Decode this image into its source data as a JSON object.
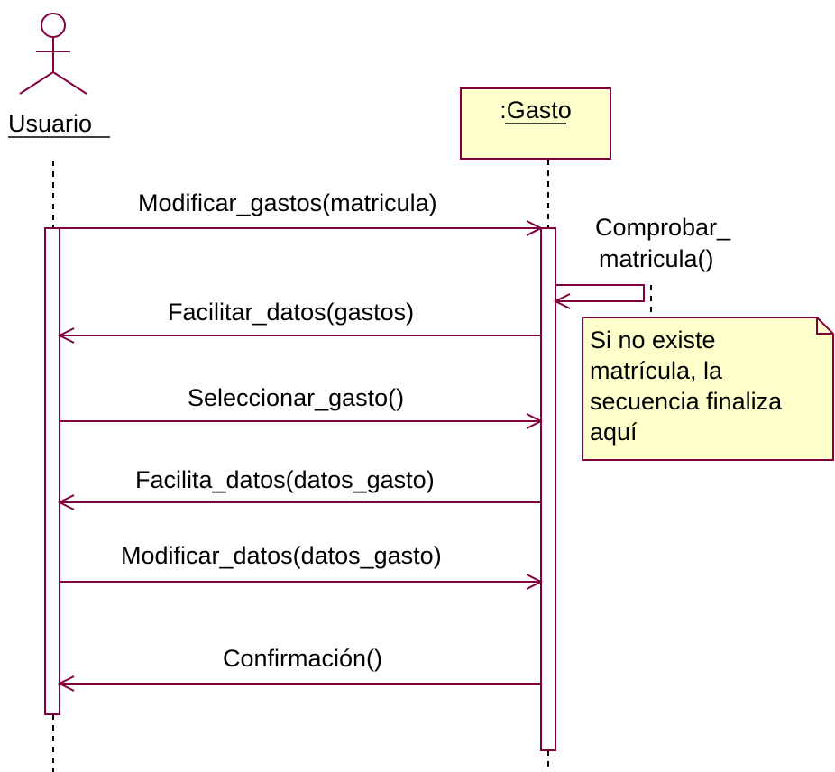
{
  "actor": {
    "name": "Usuario"
  },
  "object": {
    "name": ":Gasto"
  },
  "messages": {
    "m1": "Modificar_gastos(matricula)",
    "m2": "Facilitar_datos(gastos)",
    "m3": "Seleccionar_gasto()",
    "m4": "Facilita_datos(datos_gasto)",
    "m5": "Modificar_datos(datos_gasto)",
    "m6": "Confirmación()"
  },
  "self_message": {
    "line1": "Comprobar_",
    "line2": "matricula()"
  },
  "note": {
    "line1": "Si no existe",
    "line2": "matrícula, la",
    "line3": "secuencia finaliza",
    "line4": "aquí"
  },
  "colors": {
    "line": "#800040",
    "object_fill": "#ffffcc",
    "note_fill": "#ffffcc"
  }
}
